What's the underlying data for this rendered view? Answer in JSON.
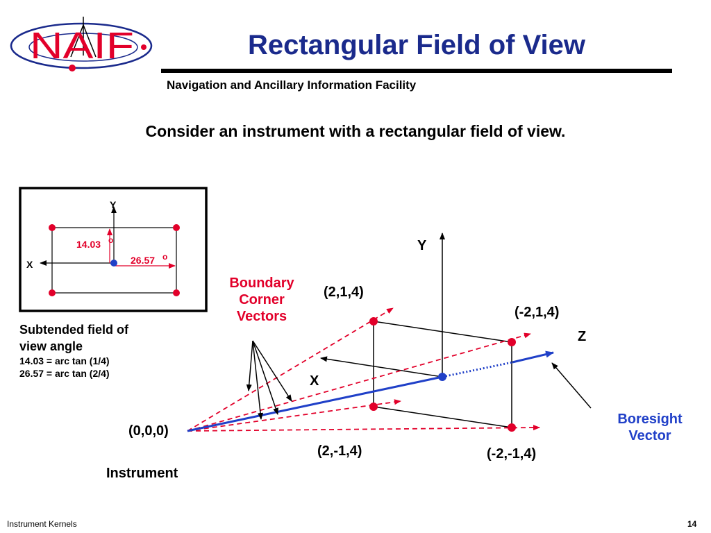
{
  "logo": {
    "text": "NAIF",
    "color": "#e2002a",
    "orbit_color": "#1a2a8c"
  },
  "header": {
    "title": "Rectangular Field of View",
    "subtitle": "Navigation and Ancillary Information Facility"
  },
  "intro": "Consider an instrument with a rectangular field of view.",
  "inset": {
    "y_axis": "Y",
    "x_axis": "X",
    "angle_vertical": "14.03",
    "angle_horizontal": "26.57",
    "degree_mark": "o"
  },
  "subtended": {
    "title_line1": "Subtended field of",
    "title_line2": "view angle",
    "eq1": "14.03 = arc tan (1/4)",
    "eq2": "26.57 = arc tan (2/4)"
  },
  "labels": {
    "boundary_line1": "Boundary",
    "boundary_line2": "Corner",
    "boundary_line3": "Vectors",
    "corner_top_left": "(2,1,4)",
    "corner_top_right": "(-2,1,4)",
    "corner_bottom_left": "(2,-1,4)",
    "corner_bottom_right": "(-2,-1,4)",
    "origin": "(0,0,0)",
    "instrument": "Instrument",
    "axis_y": "Y",
    "axis_x": "X",
    "axis_z": "Z",
    "boresight_line1": "Boresight",
    "boresight_line2": "Vector"
  },
  "colors": {
    "accent_red": "#e2002a",
    "boresight_blue": "#2040c8",
    "title_navy": "#1a2a8c"
  },
  "footer": {
    "left": "Instrument Kernels",
    "page_number": "14"
  }
}
